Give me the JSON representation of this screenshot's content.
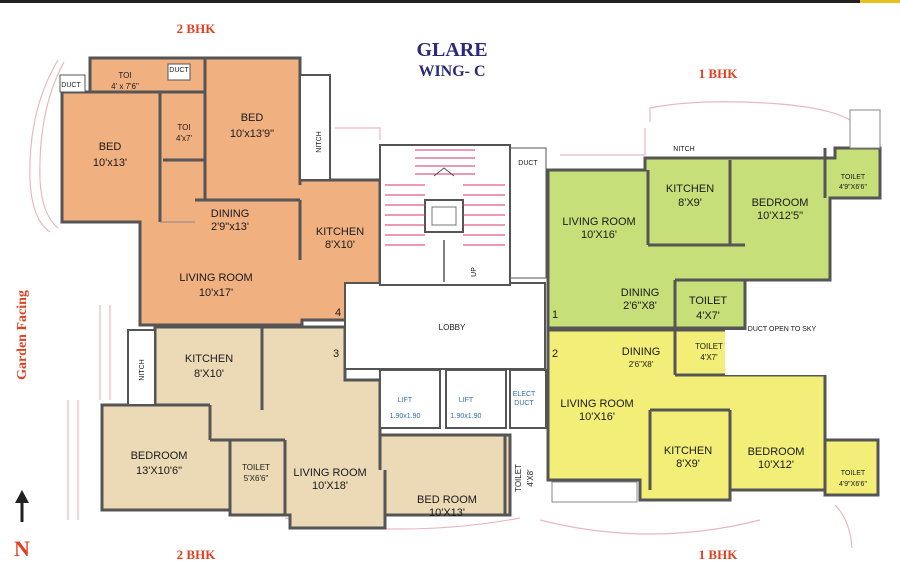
{
  "title": {
    "line1": "GLARE",
    "line2": "WING- C"
  },
  "unit_labels": {
    "top_left": "2 BHK",
    "top_right": "1 BHK",
    "bottom_left": "2 BHK",
    "bottom_right": "1 BHK"
  },
  "side_label": "Garden Facing",
  "north": "N",
  "flat_numbers": {
    "f1": "1",
    "f2": "2",
    "f3": "3",
    "f4": "4"
  },
  "colors": {
    "orange": "#f0b080",
    "tan": "#ecd9b6",
    "green": "#c6df78",
    "yellow": "#f2ee78"
  },
  "flat4": {
    "toi1": {
      "name": "TOI",
      "size": "4' x 7'6\""
    },
    "toi2": {
      "name": "TOI",
      "size": "4'x7'"
    },
    "bed1": {
      "name": "BED",
      "size": "10'x13'"
    },
    "bed2": {
      "name": "BED",
      "size": "10'x13'9\""
    },
    "dining": {
      "name": "DINING",
      "size": "2'9\"x13'"
    },
    "kitchen": {
      "name": "KITCHEN",
      "size": "8'X10'"
    },
    "living": {
      "name": "LIVING ROOM",
      "size": "10'x17'"
    }
  },
  "flat3": {
    "kitchen": {
      "name": "KITCHEN",
      "size": "8'X10'"
    },
    "bedroom": {
      "name": "BEDROOM",
      "size": "13'X10'6\""
    },
    "toilet": {
      "name": "TOILET",
      "size": "5'X6'6\""
    },
    "living": {
      "name": "LIVING ROOM",
      "size": "10'X18'"
    },
    "bedroom2": {
      "name": "BED ROOM",
      "size": "10'X13'"
    },
    "toilet2": {
      "name": "TOILET",
      "size": "4'X8'"
    }
  },
  "flat1": {
    "living": {
      "name": "LIVING ROOM",
      "size": "10'X16'"
    },
    "kitchen": {
      "name": "KITCHEN",
      "size": "8'X9'"
    },
    "bedroom": {
      "name": "BEDROOM",
      "size": "10'X12'5\""
    },
    "toilet_small": {
      "name": "TOILET",
      "size": "4'9\"X6'6\""
    },
    "dining": {
      "name": "DINING",
      "size": "2'6\"X8'"
    },
    "toilet": {
      "name": "TOILET",
      "size": "4'X7'"
    }
  },
  "flat2": {
    "dining": {
      "name": "DINING",
      "size": "2'6\"X8'"
    },
    "toilet": {
      "name": "TOILET",
      "size": "4'X7'"
    },
    "living": {
      "name": "LIVING ROOM",
      "size": "10'X16'"
    },
    "kitchen": {
      "name": "KITCHEN",
      "size": "8'X9'"
    },
    "bedroom": {
      "name": "BEDROOM",
      "size": "10'X12'"
    },
    "toilet_small": {
      "name": "TOILET",
      "size": "4'9\"X6'6\""
    }
  },
  "core": {
    "lobby": "LOBBY",
    "lift1": {
      "name": "LIFT",
      "size": "1.90x1.90"
    },
    "lift2": {
      "name": "LIFT",
      "size": "1.90x1.90"
    },
    "elec_duct": {
      "line1": "ELECT",
      "line2": "DUCT"
    },
    "up": "UP",
    "duct_open": "DUCT OPEN TO SKY",
    "duct": "DUCT",
    "nitch": "NITCH"
  }
}
